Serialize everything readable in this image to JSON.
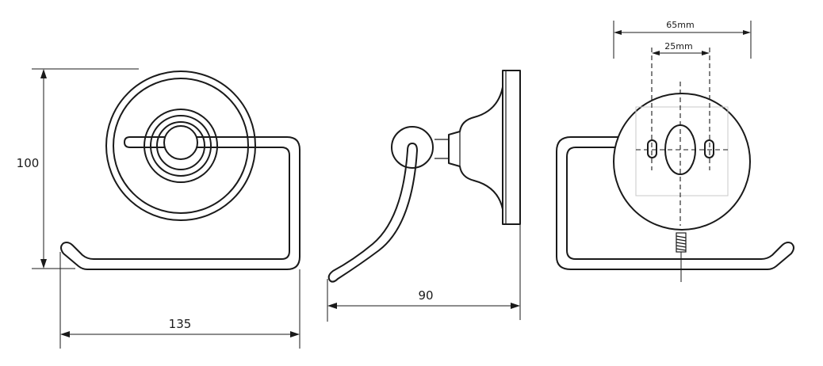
{
  "dimensions": {
    "front_height": "100",
    "front_width": "135",
    "side_depth": "90",
    "back_outer_spacing": "65mm",
    "back_inner_spacing": "25mm"
  }
}
